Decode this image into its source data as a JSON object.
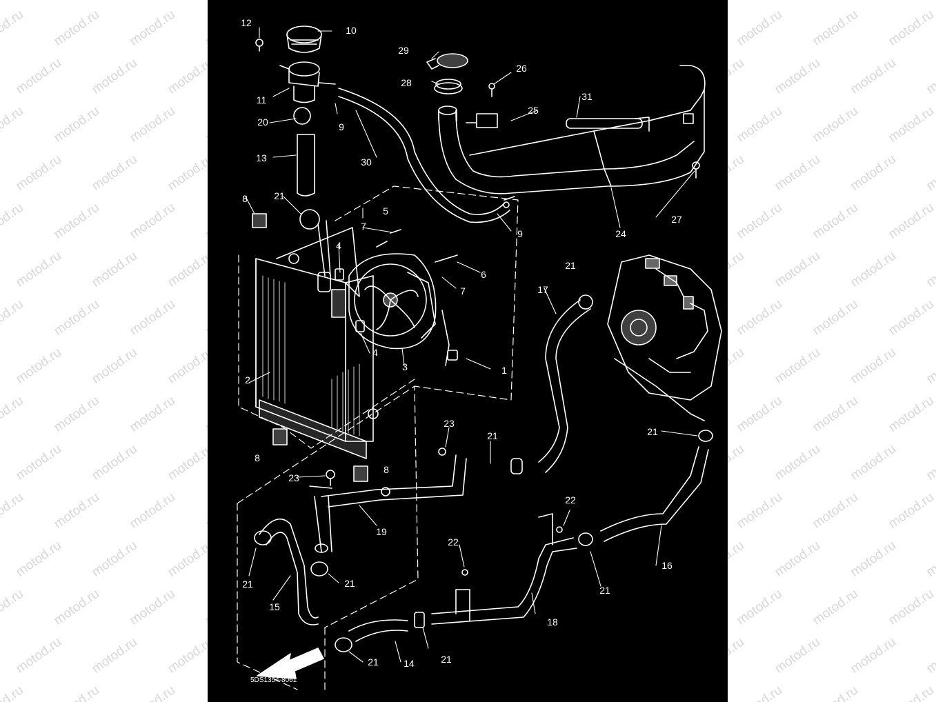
{
  "diagram": {
    "drawing_code": "5DS1354-8061",
    "forward_arrow_label": "FWD",
    "watermark_text": "motod.ru",
    "background": "#000000",
    "line_color": "#ffffff",
    "callouts": [
      {
        "id": "c1",
        "label": "1"
      },
      {
        "id": "c2",
        "label": "2"
      },
      {
        "id": "c3",
        "label": "3"
      },
      {
        "id": "c4a",
        "label": "4"
      },
      {
        "id": "c4b",
        "label": "4"
      },
      {
        "id": "c5",
        "label": "5"
      },
      {
        "id": "c6",
        "label": "6"
      },
      {
        "id": "c7a",
        "label": "7"
      },
      {
        "id": "c7b",
        "label": "7"
      },
      {
        "id": "c8a",
        "label": "8"
      },
      {
        "id": "c8b",
        "label": "8"
      },
      {
        "id": "c8c",
        "label": "8"
      },
      {
        "id": "c9a",
        "label": "9"
      },
      {
        "id": "c9b",
        "label": "9"
      },
      {
        "id": "c10",
        "label": "10"
      },
      {
        "id": "c11",
        "label": "11"
      },
      {
        "id": "c12",
        "label": "12"
      },
      {
        "id": "c13",
        "label": "13"
      },
      {
        "id": "c14",
        "label": "14"
      },
      {
        "id": "c15",
        "label": "15"
      },
      {
        "id": "c16",
        "label": "16"
      },
      {
        "id": "c17",
        "label": "17"
      },
      {
        "id": "c18",
        "label": "18"
      },
      {
        "id": "c19",
        "label": "19"
      },
      {
        "id": "c20",
        "label": "20"
      },
      {
        "id": "c21a",
        "label": "21"
      },
      {
        "id": "c21b",
        "label": "21"
      },
      {
        "id": "c21c",
        "label": "21"
      },
      {
        "id": "c21d",
        "label": "21"
      },
      {
        "id": "c21e",
        "label": "21"
      },
      {
        "id": "c21f",
        "label": "21"
      },
      {
        "id": "c21g",
        "label": "21"
      },
      {
        "id": "c21h",
        "label": "21"
      },
      {
        "id": "c21i",
        "label": "21"
      },
      {
        "id": "c22a",
        "label": "22"
      },
      {
        "id": "c22b",
        "label": "22"
      },
      {
        "id": "c23a",
        "label": "23"
      },
      {
        "id": "c23b",
        "label": "23"
      },
      {
        "id": "c24",
        "label": "24"
      },
      {
        "id": "c25",
        "label": "25"
      },
      {
        "id": "c26",
        "label": "26"
      },
      {
        "id": "c27",
        "label": "27"
      },
      {
        "id": "c28",
        "label": "28"
      },
      {
        "id": "c29",
        "label": "29"
      },
      {
        "id": "c30",
        "label": "30"
      },
      {
        "id": "c31",
        "label": "31"
      }
    ]
  }
}
